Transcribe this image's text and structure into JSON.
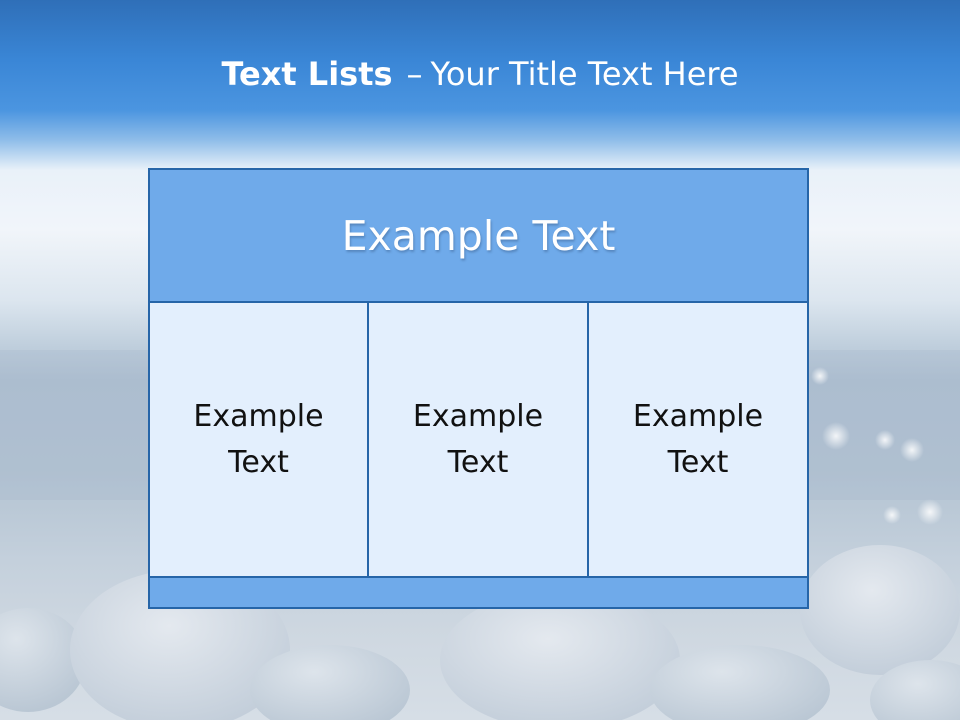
{
  "slide": {
    "title_bold": "Text Lists",
    "title_dash": "–",
    "title_rest": "Your Title Text Here"
  },
  "table": {
    "header": "Example Text",
    "cells": [
      "Example Text",
      "Example Text",
      "Example Text"
    ]
  },
  "colors": {
    "header_fill": "#6faaea",
    "cell_fill": "#e3effd",
    "border": "#2665a8",
    "title_text": "#ffffff"
  }
}
